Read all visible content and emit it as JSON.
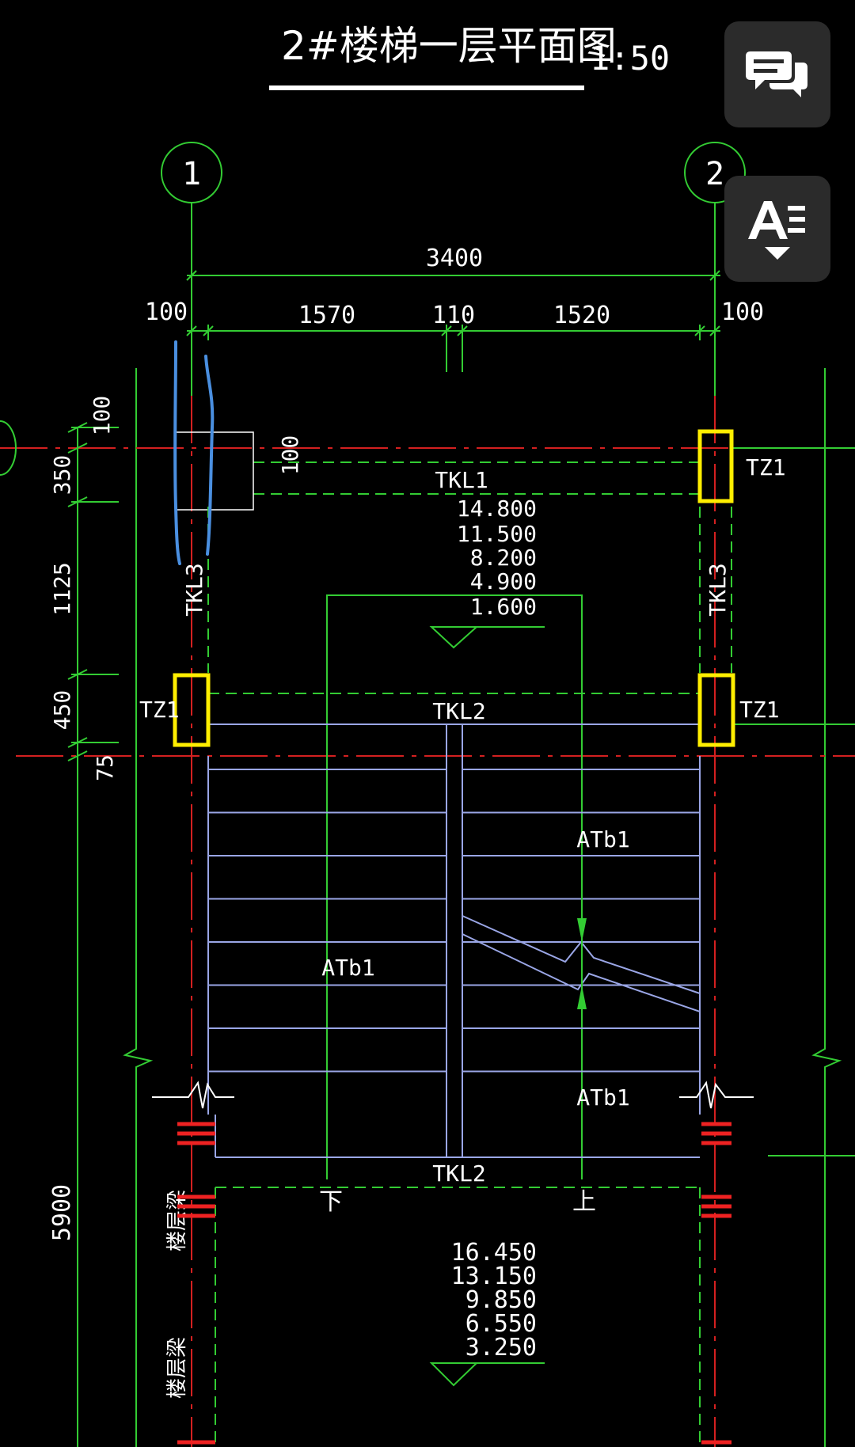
{
  "title": {
    "name": "2#楼梯一层平面图",
    "scale": "1:50"
  },
  "axes": [
    "1",
    "2"
  ],
  "dimensions": {
    "top_total": "3400",
    "top_parts": [
      "100",
      "1570",
      "110",
      "1520",
      "100"
    ],
    "left_parts": [
      "100",
      "350",
      "100",
      "1125",
      "450",
      "75",
      "5900"
    ]
  },
  "beams": {
    "tkl1": "TKL1",
    "tkl2_top": "TKL2",
    "tkl2_bottom": "TKL2",
    "tkl3_left": "TKL3",
    "tkl3_right": "TKL3",
    "floor_beam_1": "楼层梁",
    "floor_beam_2": "楼层梁"
  },
  "columns": {
    "tz1_top_right": "TZ1",
    "tz1_mid_left": "TZ1",
    "tz1_mid_right": "TZ1"
  },
  "elevations_upper": [
    "14.800",
    "11.500",
    "8.200",
    "4.900",
    "1.600"
  ],
  "elevations_lower": [
    "16.450",
    "13.150",
    "9.850",
    "6.550",
    "3.250"
  ],
  "flights": {
    "left": "ATb1",
    "right_top": "ATb1",
    "right_bottom": "ATb1"
  },
  "directions": {
    "down": "下",
    "up": "上"
  },
  "colors": {
    "background": "#000000",
    "dimension_green": "#33cc33",
    "axis_red": "#d42020",
    "stair_blue": "#9aa6e6",
    "highlight_yellow": "#ffee00",
    "markup_blue": "#4a8fe0"
  },
  "ui": {
    "comments_icon": "chat-bubbles-icon",
    "text_icon": "text-format-icon"
  }
}
